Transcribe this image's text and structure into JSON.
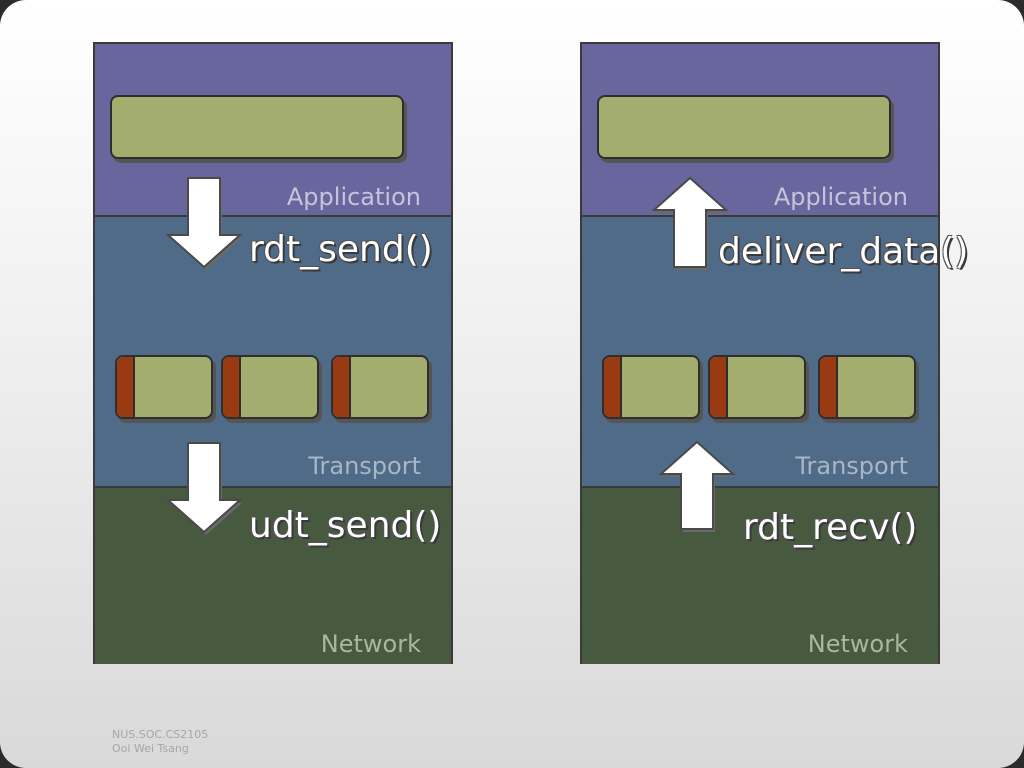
{
  "sender": {
    "layers": {
      "application": "Application",
      "transport": "Transport",
      "network": "Network"
    },
    "calls": {
      "upper": "rdt_send()",
      "lower": "udt_send()"
    }
  },
  "receiver": {
    "layers": {
      "application": "Application",
      "transport": "Transport",
      "network": "Network"
    },
    "calls": {
      "upper": "deliver_data()",
      "lower": "rdt_recv()"
    }
  },
  "footer": {
    "line1": "NUS.SOC.CS2105",
    "line2": "Ooi Wei Tsang"
  },
  "colors": {
    "application": "#69659d",
    "transport": "#4f6b87",
    "network": "#47593f",
    "data": "#a3ae6e",
    "header": "#9a3a12"
  }
}
